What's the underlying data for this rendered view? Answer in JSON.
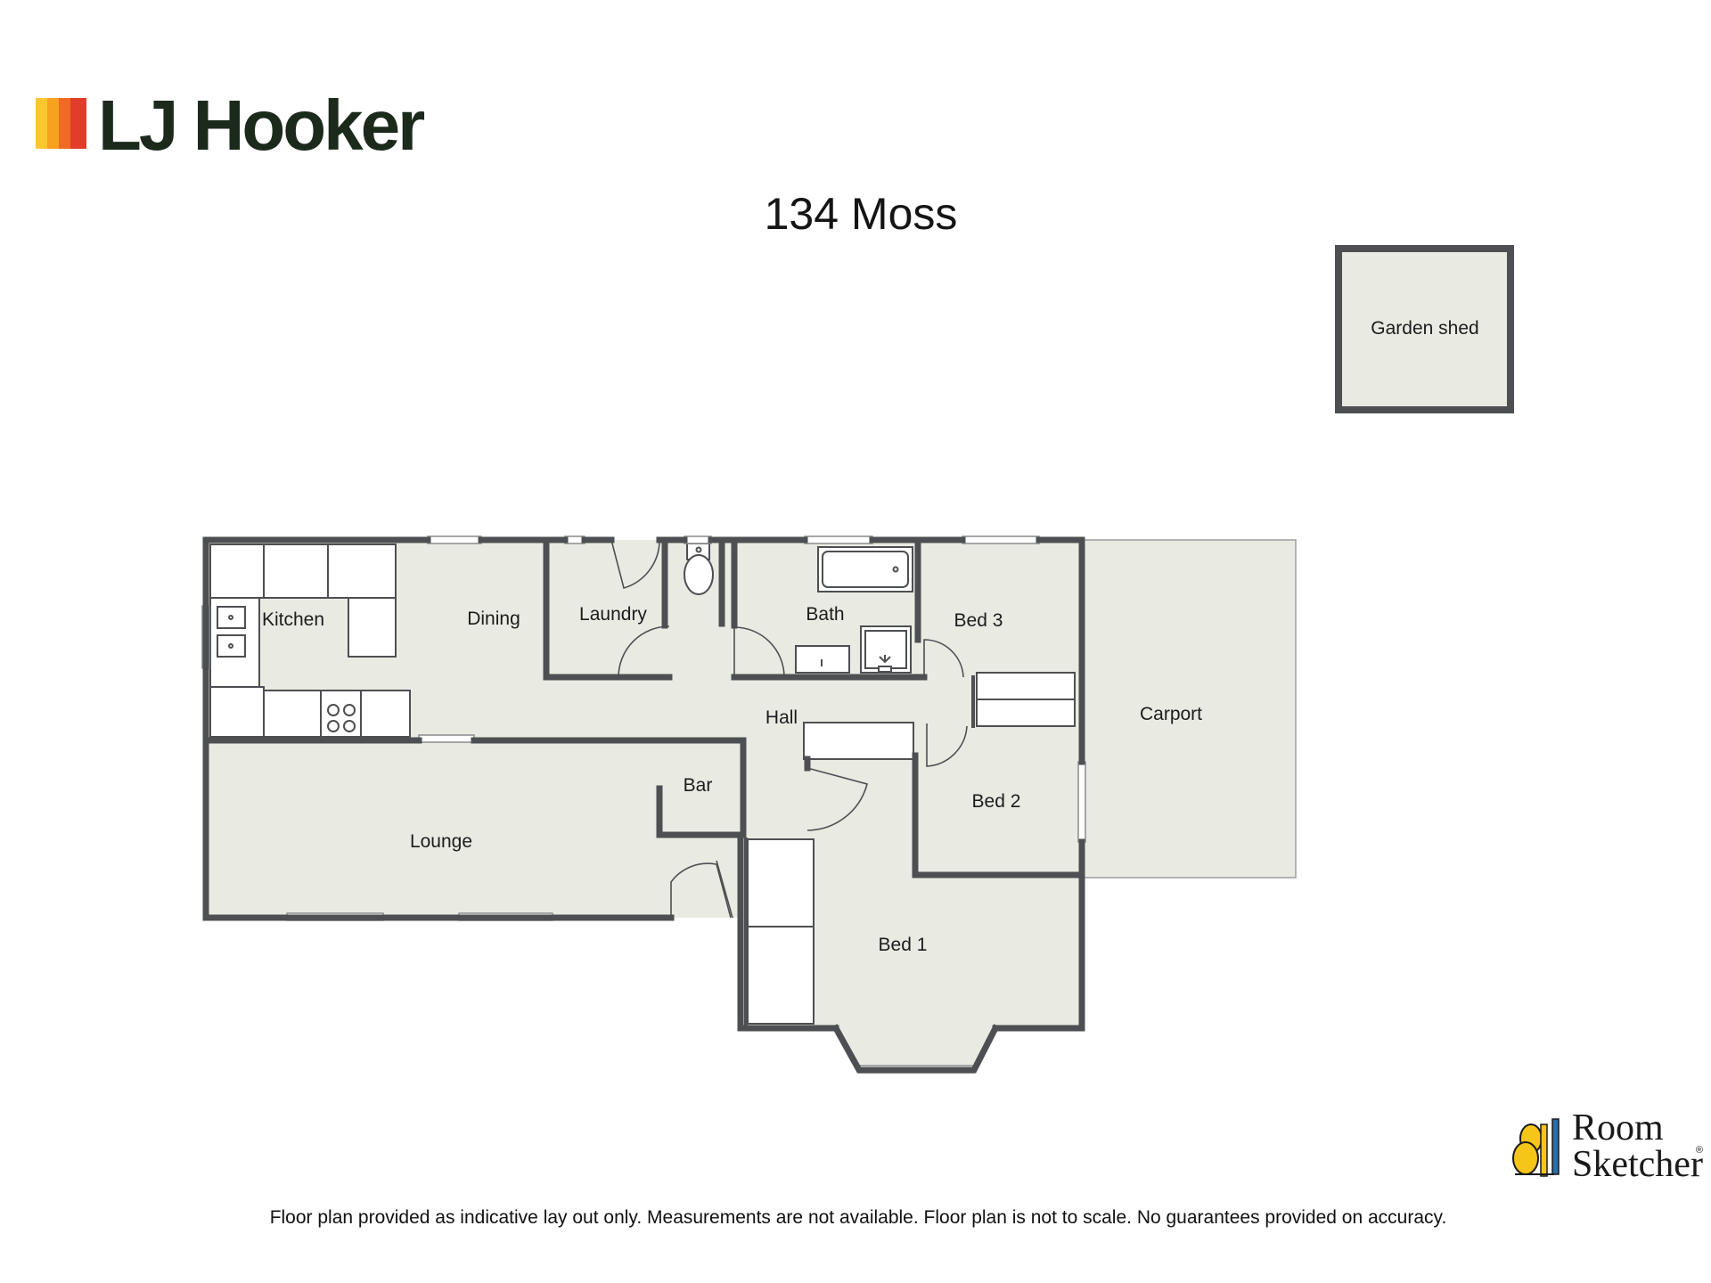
{
  "brand": {
    "name": "LJ Hooker",
    "colors": [
      "#fcc62d",
      "#f7a11e",
      "#ee6a25",
      "#e23c2a"
    ]
  },
  "title": "134 Moss",
  "rooms": {
    "kitchen": "Kitchen",
    "dining": "Dining",
    "laundry": "Laundry",
    "bath": "Bath",
    "bed3": "Bed 3",
    "hall": "Hall",
    "bar": "Bar",
    "lounge": "Lounge",
    "bed2": "Bed 2",
    "bed1": "Bed 1",
    "carport": "Carport",
    "garden_shed": "Garden shed"
  },
  "roomsketcher": {
    "line1": "Room",
    "line2": "Sketcher",
    "mark": "®"
  },
  "disclaimer": "Floor plan provided as indicative lay out only. Measurements are not available. Floor plan is not to scale. No guarantees provided on accuracy.",
  "colors": {
    "floor": "#e9ebe3",
    "wall": "#4d4f52"
  }
}
